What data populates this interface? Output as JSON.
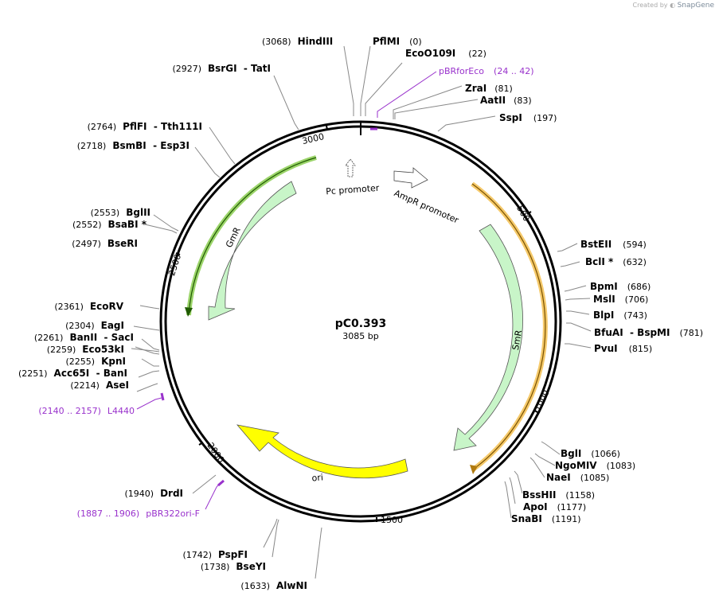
{
  "header": {
    "created_by": "Created by",
    "brand": "SnapGene"
  },
  "plasmid": {
    "name": "pC0.393",
    "length_label": "3085 bp",
    "length": 3085
  },
  "tick_labels": [
    "500",
    "1000",
    "1500",
    "2000",
    "2500",
    "3000"
  ],
  "features": [
    {
      "id": "ampr-promoter",
      "label": "AmpR promoter",
      "color": "#ffffff"
    },
    {
      "id": "pc-promoter",
      "label": "Pc promoter",
      "color": "#ffffff"
    },
    {
      "id": "smr",
      "label": "SmR",
      "color": "#c8f5c8"
    },
    {
      "id": "gmr",
      "label": "GmR",
      "color": "#c8f5c8"
    },
    {
      "id": "ori",
      "label": "ori",
      "color": "#ffff00"
    }
  ],
  "selection_colors": {
    "orange": "#f5c96a",
    "green": "#9bd46a",
    "primer": "#9932cc"
  },
  "sites": [
    {
      "name": "HindIII",
      "pos": "(3068)"
    },
    {
      "name": "PflMI",
      "pos": "(0)"
    },
    {
      "name": "EcoO109I",
      "pos": "(22)"
    },
    {
      "name": "ZraI",
      "pos": "(81)"
    },
    {
      "name": "AatII",
      "pos": "(83)"
    },
    {
      "name": "SspI",
      "pos": "(197)"
    },
    {
      "name": "BstEII",
      "pos": "(594)"
    },
    {
      "name": "BclI *",
      "pos": "(632)"
    },
    {
      "name": "BpmI",
      "pos": "(686)"
    },
    {
      "name": "MslI",
      "pos": "(706)"
    },
    {
      "name": "BlpI",
      "pos": "(743)"
    },
    {
      "name": "BfuAI  - BspMI",
      "pos": "(781)"
    },
    {
      "name": "PvuI",
      "pos": "(815)"
    },
    {
      "name": "BglI",
      "pos": "(1066)"
    },
    {
      "name": "NgoMIV",
      "pos": "(1083)"
    },
    {
      "name": "NaeI",
      "pos": "(1085)"
    },
    {
      "name": "BssHII",
      "pos": "(1158)"
    },
    {
      "name": "ApoI",
      "pos": "(1177)"
    },
    {
      "name": "SnaBI",
      "pos": "(1191)"
    },
    {
      "name": "AlwNI",
      "pos": "(1633)"
    },
    {
      "name": "BseYI",
      "pos": "(1738)"
    },
    {
      "name": "PspFI",
      "pos": "(1742)"
    },
    {
      "name": "DrdI",
      "pos": "(1940)"
    },
    {
      "name": "AseI",
      "pos": "(2214)"
    },
    {
      "name": "Acc65I  - BanI",
      "pos": "(2251)"
    },
    {
      "name": "KpnI",
      "pos": "(2255)"
    },
    {
      "name": "Eco53kI",
      "pos": "(2259)"
    },
    {
      "name": "BanII  - SacI",
      "pos": "(2261)"
    },
    {
      "name": "EagI",
      "pos": "(2304)"
    },
    {
      "name": "EcoRV",
      "pos": "(2361)"
    },
    {
      "name": "BseRI",
      "pos": "(2497)"
    },
    {
      "name": "BsaBI *",
      "pos": "(2552)"
    },
    {
      "name": "BglII",
      "pos": "(2553)"
    },
    {
      "name": "BsmBI  - Esp3I",
      "pos": "(2718)"
    },
    {
      "name": "PflFI  - Tth111I",
      "pos": "(2764)"
    },
    {
      "name": "BsrGI  - TatI",
      "pos": "(2927)"
    }
  ],
  "primers": [
    {
      "name": "pBRforEco",
      "range": "(24 .. 42)"
    },
    {
      "name": "L4440",
      "range": "(2140 .. 2157)"
    },
    {
      "name": "pBR322ori-F",
      "range": "(1887 .. 1906)"
    }
  ]
}
